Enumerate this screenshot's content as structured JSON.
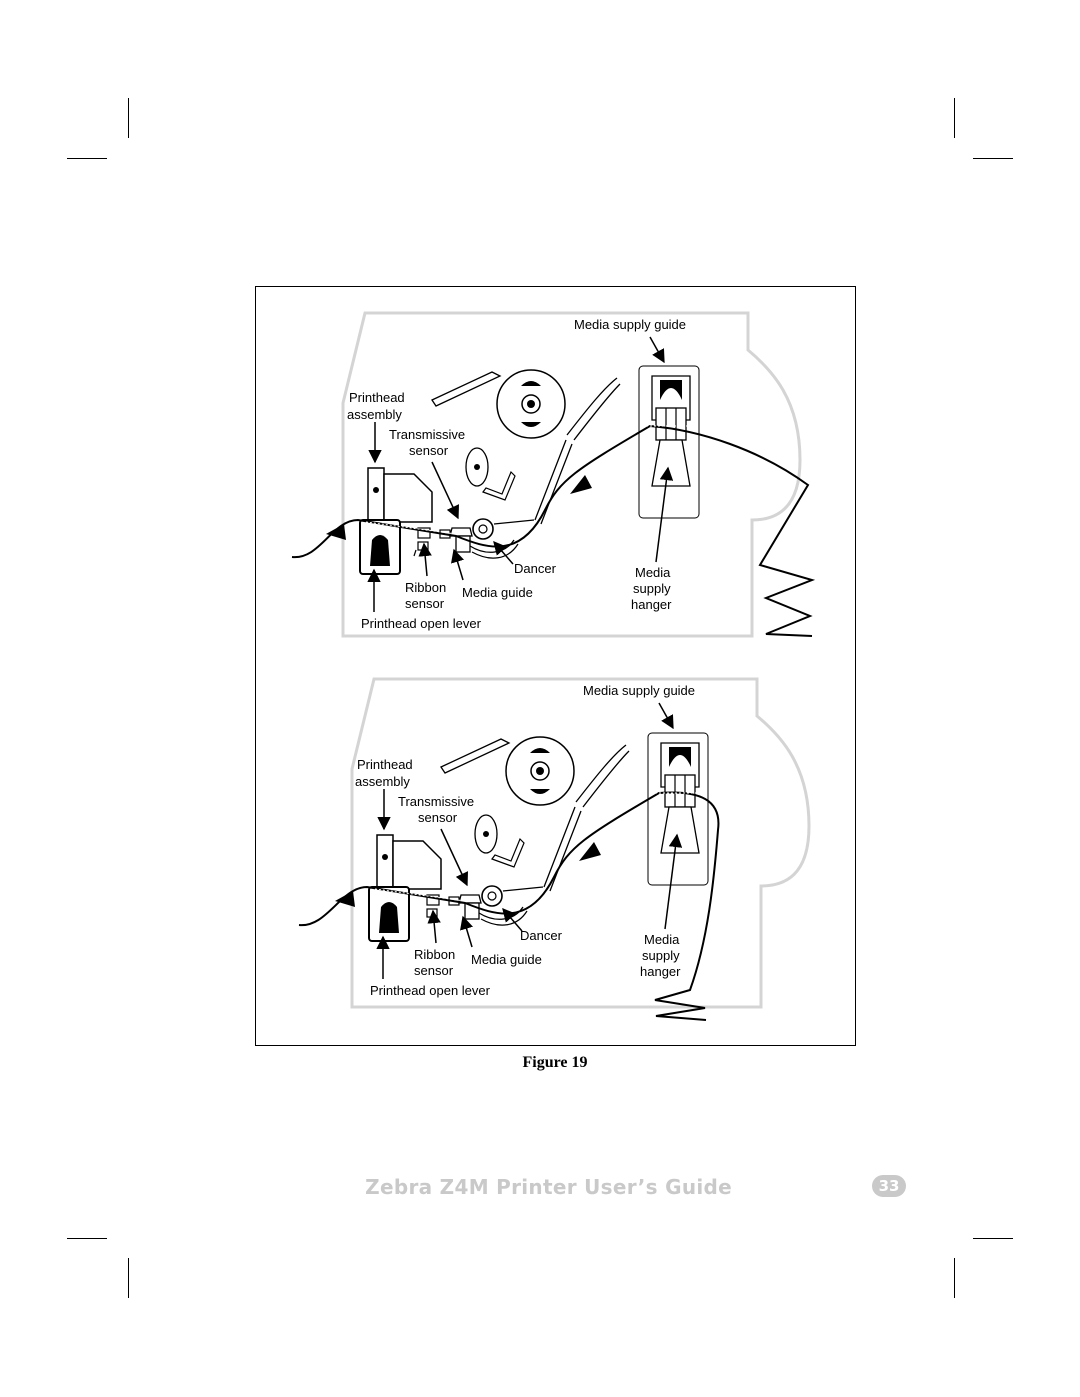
{
  "figure": {
    "caption": "Figure 19",
    "top_diagram": {
      "labels": {
        "media_supply_guide": "Media supply guide",
        "printhead_assembly_1": "Printhead",
        "printhead_assembly_2": "assembly",
        "transmissive_sensor_1": "Transmissive",
        "transmissive_sensor_2": "sensor",
        "dancer": "Dancer",
        "ribbon_sensor_1": "Ribbon",
        "ribbon_sensor_2": "sensor",
        "media_guide": "Media guide",
        "media_supply_hanger_1": "Media",
        "media_supply_hanger_2": "supply",
        "media_supply_hanger_3": "hanger",
        "printhead_open_lever": "Printhead open lever"
      }
    },
    "bottom_diagram": {
      "labels": {
        "media_supply_guide": "Media supply guide",
        "printhead_assembly_1": "Printhead",
        "printhead_assembly_2": "assembly",
        "transmissive_sensor_1": "Transmissive",
        "transmissive_sensor_2": "sensor",
        "dancer": "Dancer",
        "ribbon_sensor_1": "Ribbon",
        "ribbon_sensor_2": "sensor",
        "media_guide": "Media guide",
        "media_supply_hanger_1": "Media",
        "media_supply_hanger_2": "supply",
        "media_supply_hanger_3": "hanger",
        "printhead_open_lever": "Printhead open lever"
      }
    }
  },
  "footer": {
    "title": "Zebra Z4M Printer User’s Guide",
    "page_number": "33"
  }
}
